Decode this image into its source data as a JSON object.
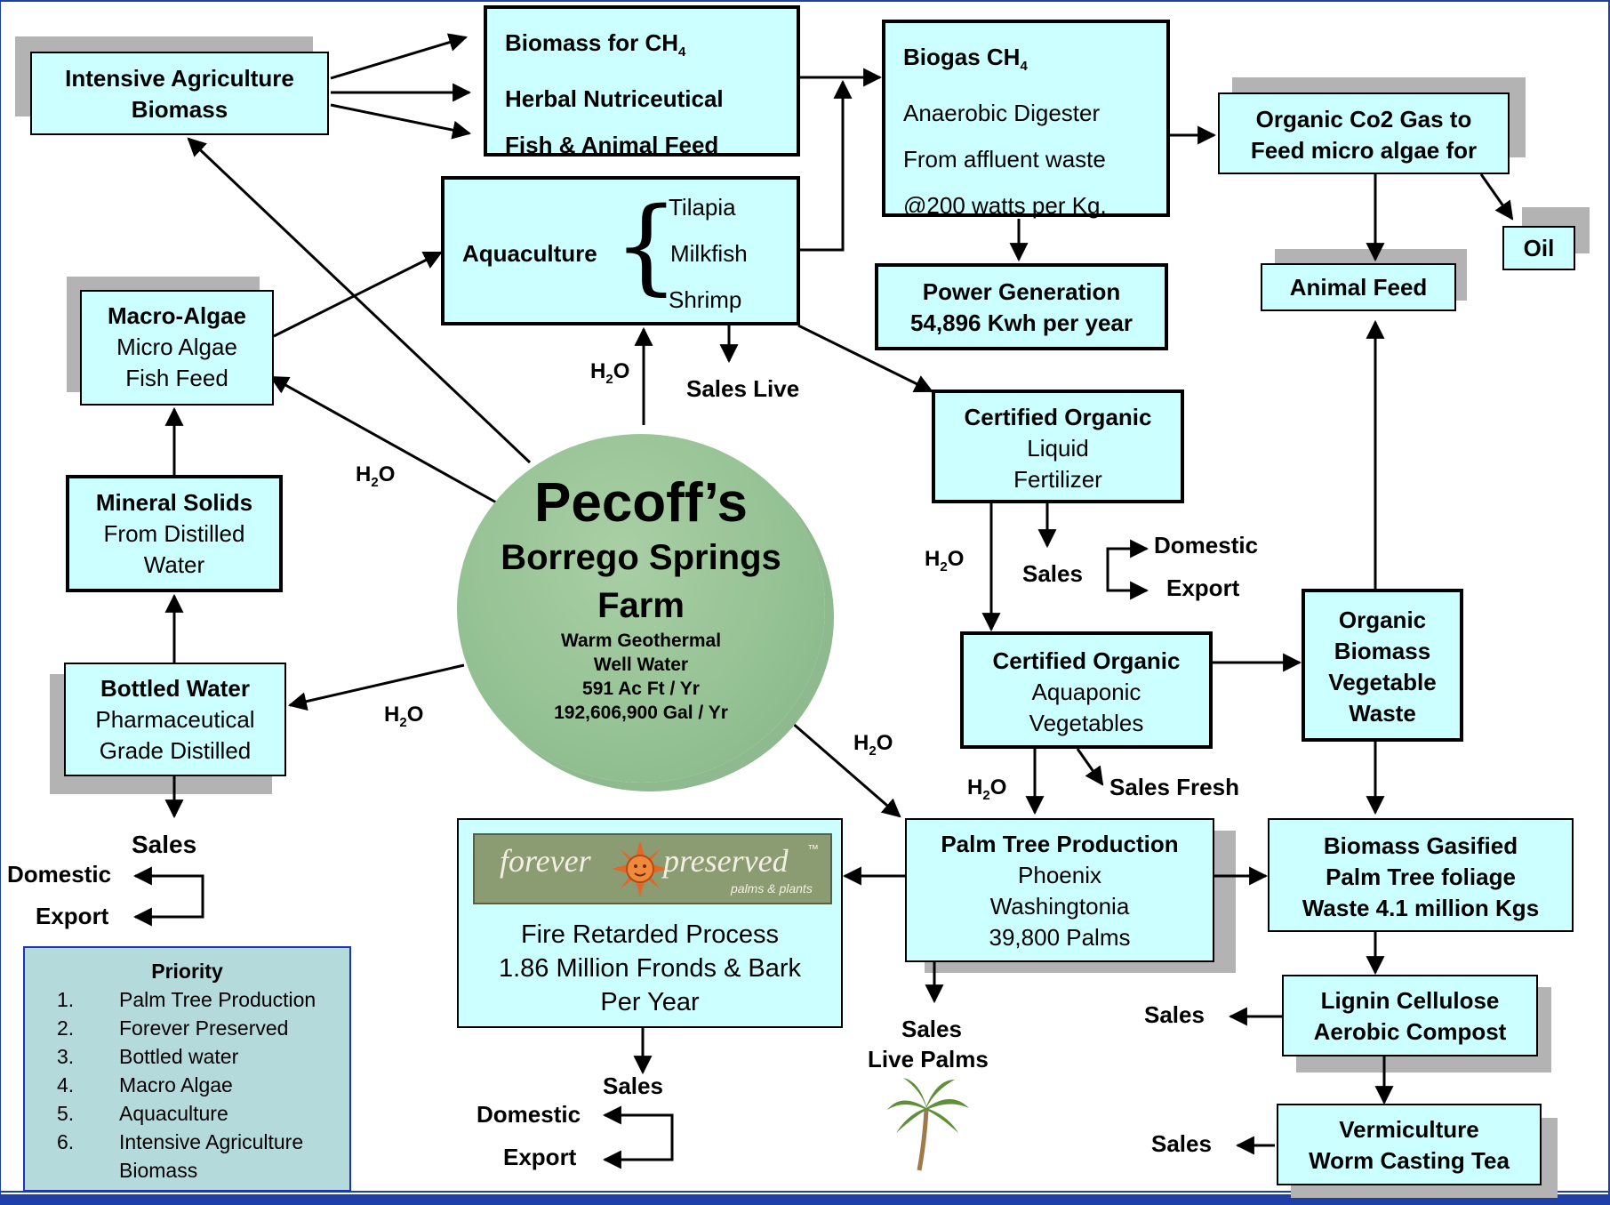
{
  "hub": {
    "title": "Pecoff’s",
    "subtitle_1": "Borrego Springs",
    "subtitle_2": "Farm",
    "detail_1": "Warm Geothermal",
    "detail_2": "Well Water",
    "detail_3": "591 Ac Ft / Yr",
    "detail_4": "192,606,900 Gal / Yr"
  },
  "nodes": {
    "intensive_ag": {
      "line1": "Intensive Agriculture",
      "line2": "Biomass"
    },
    "biomass_ch4": {
      "line1_main": "Biomass for CH",
      "line1_sub": "4",
      "line2": "Herbal Nutriceutical",
      "line3": "Fish & Animal Feed"
    },
    "biogas": {
      "title_main": "Biogas CH",
      "title_sub": "4",
      "line2": "Anaerobic Digester",
      "line3": "From affluent waste",
      "line4": "@200 watts per Kg."
    },
    "organic_co2": {
      "line1": "Organic Co2 Gas to",
      "line2": "Feed micro algae for"
    },
    "oil": {
      "label": "Oil"
    },
    "animal_feed": {
      "label": "Animal Feed"
    },
    "aquaculture": {
      "title": "Aquaculture",
      "item1": "Tilapia",
      "item2": "Milkfish",
      "item3": "Shrimp"
    },
    "power": {
      "line1": "Power Generation",
      "line2": "54,896 Kwh per year"
    },
    "macro_algae": {
      "title": "Macro-Algae",
      "line2": "Micro Algae",
      "line3": "Fish Feed"
    },
    "mineral_solids": {
      "title": "Mineral Solids",
      "line2": "From Distilled",
      "line3": "Water"
    },
    "bottled_water": {
      "title": "Bottled Water",
      "line2": "Pharmaceutical",
      "line3": "Grade Distilled"
    },
    "liquid_fertilizer": {
      "title": "Certified Organic",
      "line2": "Liquid",
      "line3": "Fertilizer"
    },
    "aquaponic": {
      "title": "Certified Organic",
      "line2": "Aquaponic",
      "line3": "Vegetables"
    },
    "veg_waste": {
      "line1": "Organic",
      "line2": "Biomass",
      "line3": "Vegetable",
      "line4": "Waste"
    },
    "palm_production": {
      "title": "Palm Tree Production",
      "line2": "Phoenix",
      "line3": "Washingtonia",
      "line4": "39,800 Palms"
    },
    "forever_preserved": {
      "line1": "Fire Retarded Process",
      "line2": "1.86 Million Fronds & Bark",
      "line3": "Per Year",
      "logo_left": "forever",
      "logo_right": "preserved",
      "logo_tm": "™",
      "logo_sub": "palms & plants"
    },
    "biomass_gasified": {
      "line1": "Biomass Gasified",
      "line2": "Palm Tree foliage",
      "line3": "Waste 4.1 million  Kgs"
    },
    "lignin": {
      "line1": "Lignin Cellulose",
      "line2": "Aerobic Compost"
    },
    "vermiculture": {
      "line1": "Vermiculture",
      "line2": "Worm Casting Tea"
    }
  },
  "labels": {
    "h2o_main": "H",
    "h2o_sub": "2",
    "h2o_end": "O",
    "sales_live": "Sales Live",
    "sales": "Sales",
    "domestic": "Domestic",
    "export": "Export",
    "sales_fresh": "Sales Fresh",
    "sales_live_palms_1": "Sales",
    "sales_live_palms_2": "Live Palms"
  },
  "priority": {
    "title": "Priority",
    "items": [
      {
        "num": "1.",
        "text": "Palm Tree Production"
      },
      {
        "num": "2.",
        "text": "Forever Preserved"
      },
      {
        "num": "3.",
        "text": "Bottled water"
      },
      {
        "num": "4.",
        "text": "Macro Algae"
      },
      {
        "num": "5.",
        "text": "Aquaculture"
      },
      {
        "num": "6.",
        "text": "Intensive  Agriculture"
      },
      {
        "num": "",
        "text": "Biomass"
      }
    ]
  },
  "colors": {
    "box_fill": "#ccffff",
    "shadow": "#b3b3b3",
    "hub_fill": "#94c193",
    "frame": "#1f3fa8",
    "priority_fill": "#b4dadc"
  }
}
